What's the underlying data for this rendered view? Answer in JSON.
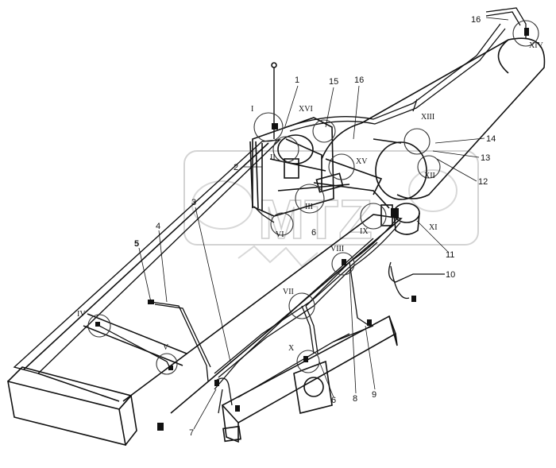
{
  "numbers": [
    "1",
    "2",
    "3",
    "4",
    "5",
    "6",
    "6",
    "7",
    "8",
    "9",
    "10",
    "11",
    "12",
    "13",
    "14",
    "15",
    "16",
    "16"
  ],
  "romans": [
    "I",
    "II",
    "III",
    "IV",
    "V",
    "VI",
    "VII",
    "VIII",
    "IX",
    "X",
    "XI",
    "XII",
    "XIII",
    "XIV",
    "XV",
    "XVI"
  ],
  "watermark": "MTZ"
}
